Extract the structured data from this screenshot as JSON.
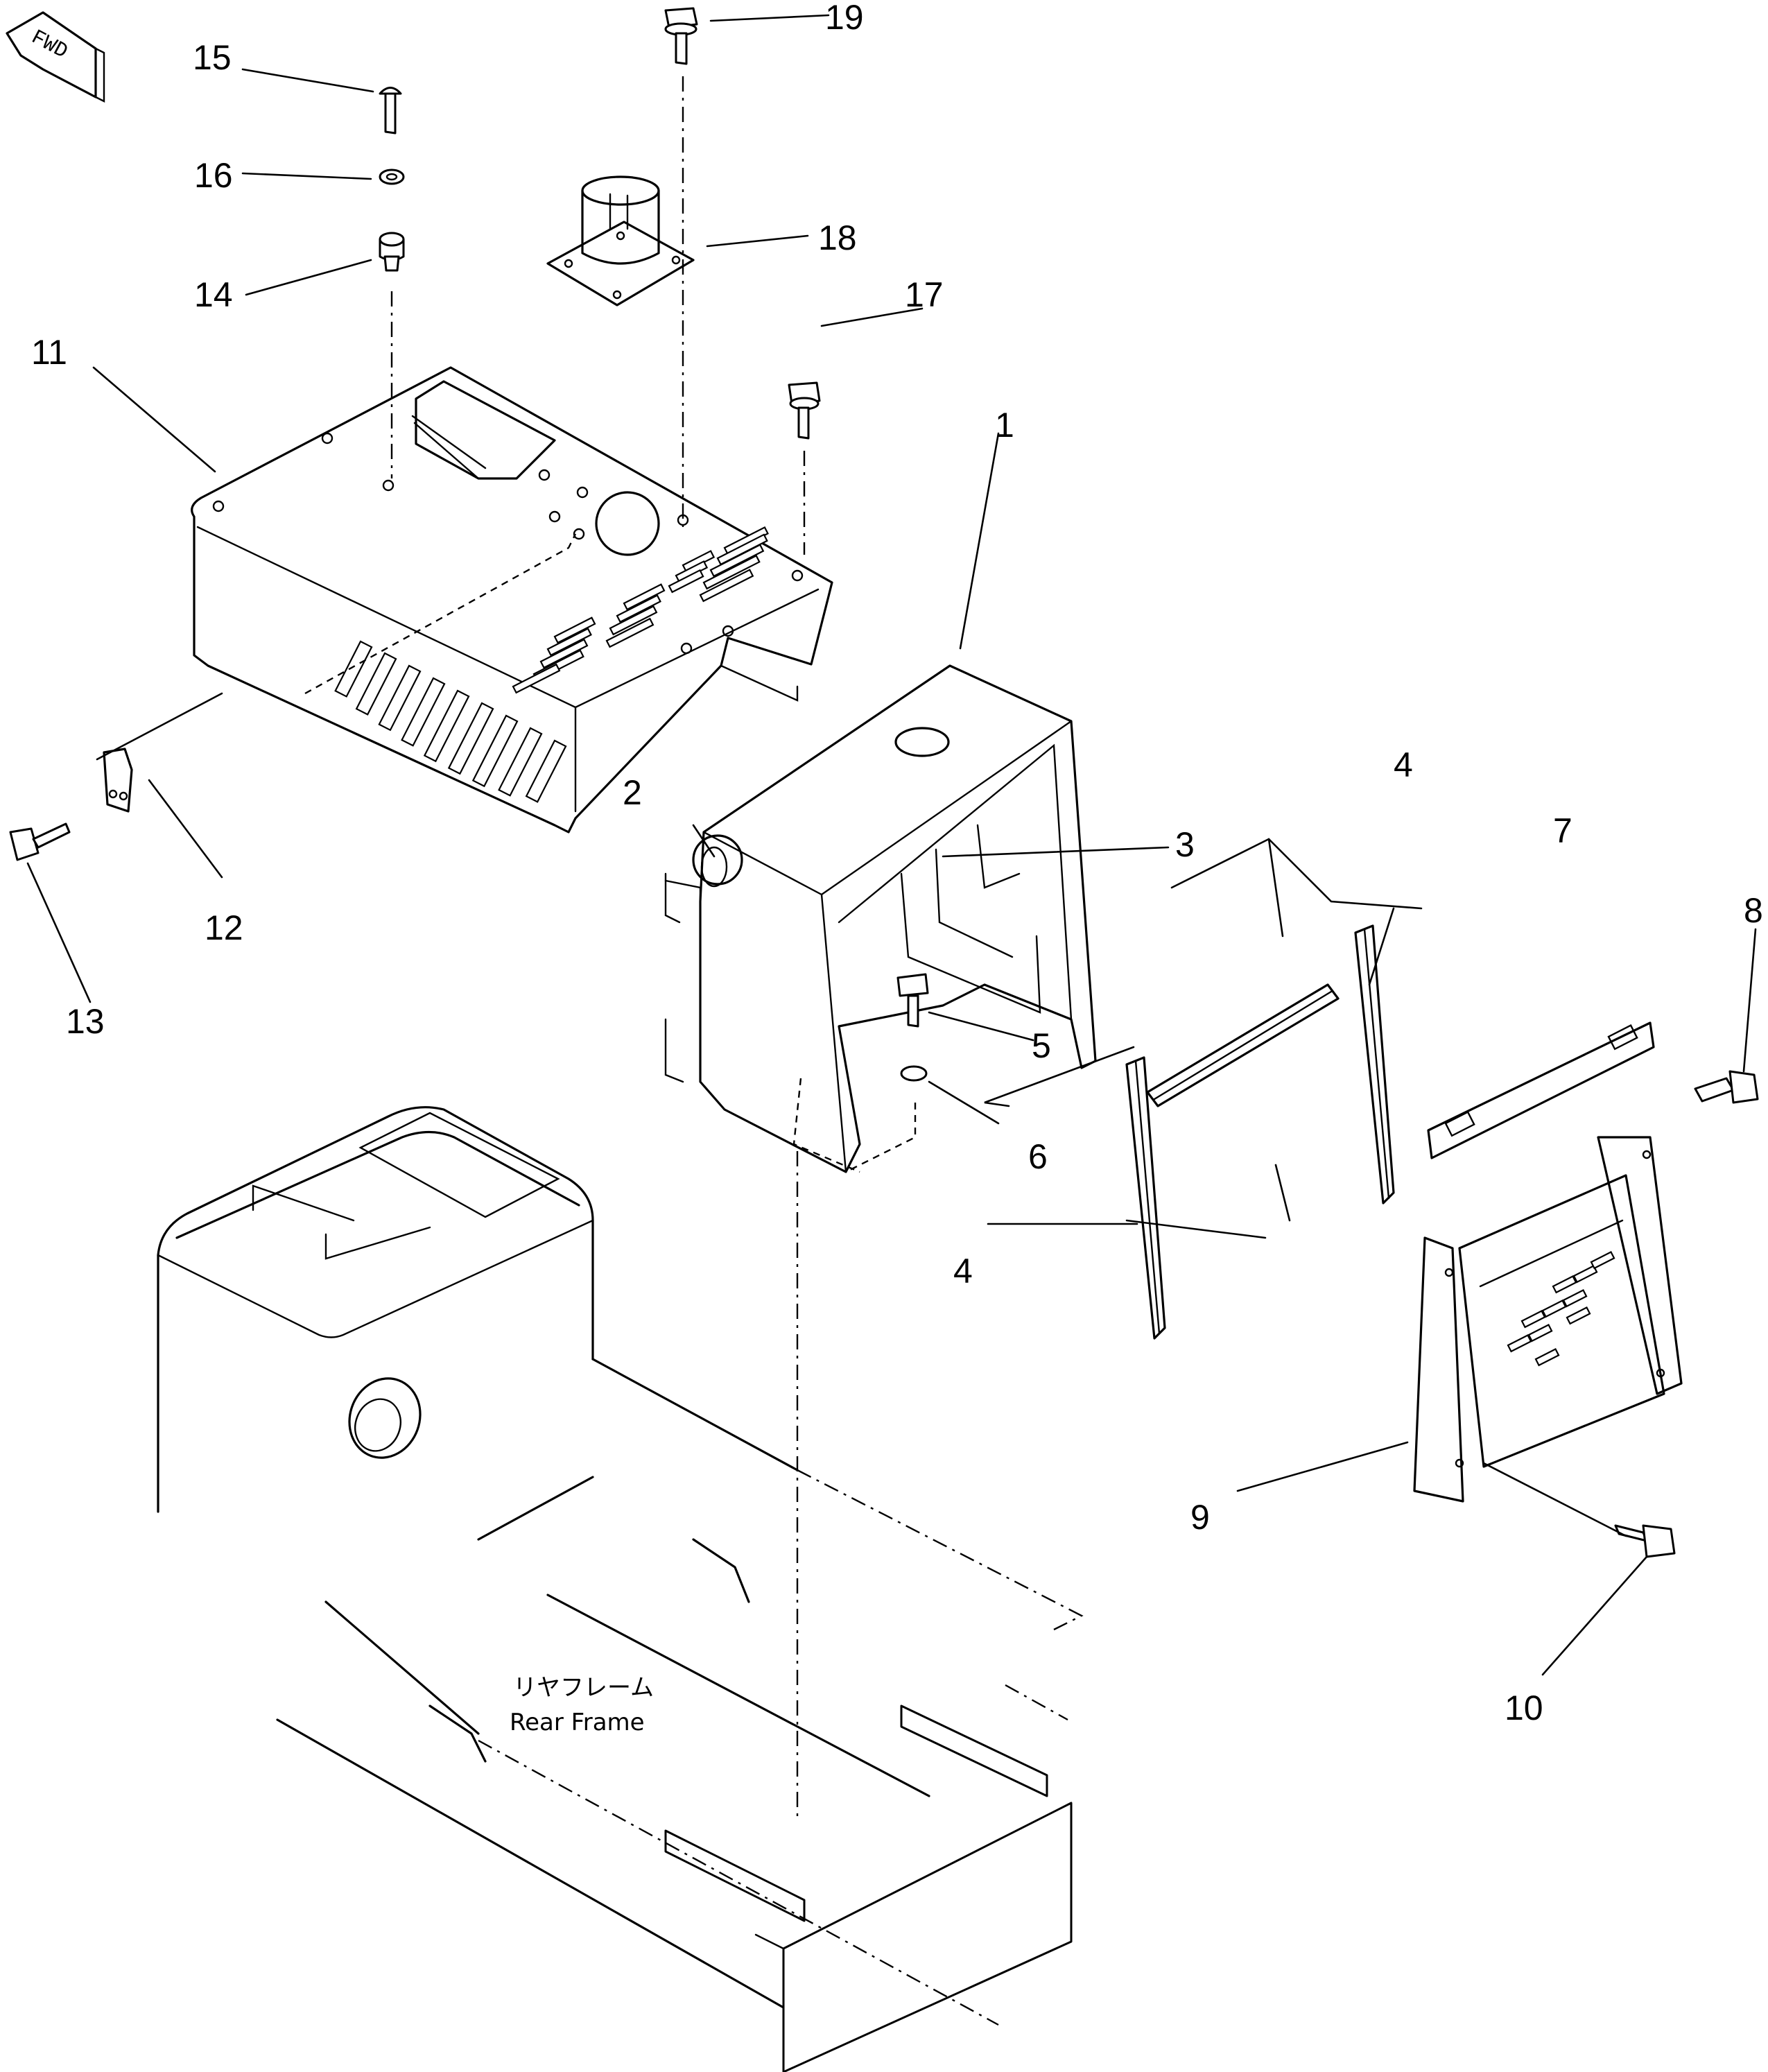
{
  "fwd_label": "FWD",
  "frame": {
    "jp": "リヤフレーム",
    "en": "Rear Frame"
  },
  "callouts": {
    "p1": "1",
    "p2": "2",
    "p3": "3",
    "p4a": "4",
    "p4b": "4",
    "p5": "5",
    "p6": "6",
    "p7": "7",
    "p8": "8",
    "p9": "9",
    "p10": "10",
    "p11": "11",
    "p12": "12",
    "p13": "13",
    "p14": "14",
    "p15": "15",
    "p16": "16",
    "p17": "17",
    "p18": "18",
    "p19": "19"
  }
}
